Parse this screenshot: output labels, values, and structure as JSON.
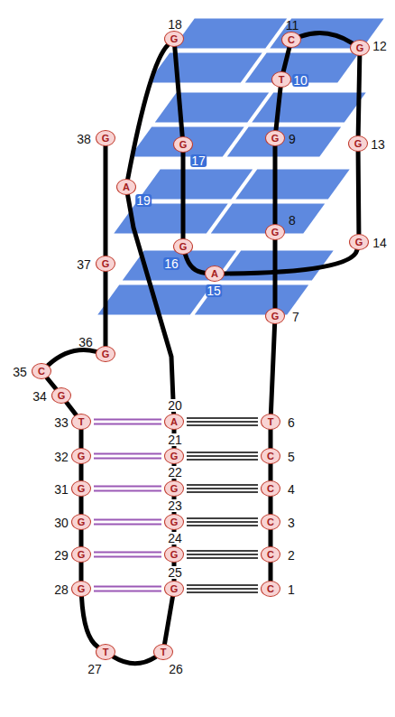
{
  "diagram": {
    "nodes": [
      {
        "text": [
          "C",
          "1"
        ]
      },
      {
        "text": [
          "C",
          "2"
        ]
      },
      {
        "text": [
          "C",
          "3"
        ]
      },
      {
        "text": [
          "C",
          "4"
        ]
      },
      {
        "text": [
          "C",
          "5"
        ]
      },
      {
        "text": [
          "T",
          "6"
        ]
      },
      {
        "text": [
          "G",
          "7"
        ]
      },
      {
        "text": [
          "G",
          "8"
        ]
      },
      {
        "text": [
          "G",
          "9"
        ]
      },
      {
        "text": [
          "T",
          "10"
        ]
      },
      {
        "text": [
          "C",
          "11"
        ]
      },
      {
        "text": [
          "G",
          "12"
        ]
      },
      {
        "text": [
          "G",
          "13"
        ]
      },
      {
        "text": [
          "G",
          "14"
        ]
      },
      {
        "text": [
          "A",
          "15"
        ]
      },
      {
        "text": [
          "G",
          "16"
        ]
      },
      {
        "text": [
          "G",
          "17"
        ]
      },
      {
        "text": [
          "G",
          "18"
        ]
      },
      {
        "text": [
          "A",
          "19"
        ]
      },
      {
        "text": [
          "A",
          "20"
        ]
      },
      {
        "text": [
          "G",
          "21"
        ]
      },
      {
        "text": [
          "G",
          "22"
        ]
      },
      {
        "text": [
          "G",
          "23"
        ]
      },
      {
        "text": [
          "G",
          "24"
        ]
      },
      {
        "text": [
          "G",
          "25"
        ]
      },
      {
        "text": [
          "T",
          "26"
        ]
      },
      {
        "text": [
          "T",
          "27"
        ]
      },
      {
        "text": [
          "G",
          "28"
        ]
      },
      {
        "text": [
          "G",
          "29"
        ]
      },
      {
        "text": [
          "G",
          "30"
        ]
      },
      {
        "text": [
          "G",
          "31"
        ]
      },
      {
        "text": [
          "G",
          "32"
        ]
      },
      {
        "text": [
          "T",
          "33"
        ]
      },
      {
        "text": [
          "G",
          "34"
        ]
      },
      {
        "text": [
          "C",
          "35"
        ]
      },
      {
        "text": [
          "G",
          "36"
        ]
      },
      {
        "text": [
          "G",
          "37"
        ]
      },
      {
        "text": [
          "G",
          "38"
        ]
      }
    ],
    "edges": [
      {
        "from": 0,
        "to": 1,
        "arrow": "none"
      },
      {
        "from": 1,
        "to": 2,
        "arrow": "none"
      },
      {
        "from": 2,
        "to": 3,
        "arrow": "none"
      },
      {
        "from": 3,
        "to": 4,
        "arrow": "none"
      },
      {
        "from": 4,
        "to": 5,
        "arrow": "none"
      },
      {
        "from": 5,
        "to": 6,
        "arrow": "none"
      },
      {
        "from": 6,
        "to": 7,
        "arrow": "none"
      },
      {
        "from": 7,
        "to": 8,
        "arrow": "none"
      },
      {
        "from": 8,
        "to": 9,
        "arrow": "none"
      },
      {
        "from": 9,
        "to": 10,
        "arrow": "none"
      },
      {
        "from": 10,
        "to": 11,
        "arrow": "none"
      },
      {
        "from": 11,
        "to": 12,
        "arrow": "none"
      },
      {
        "from": 12,
        "to": 13,
        "arrow": "none"
      },
      {
        "from": 13,
        "to": 14,
        "arrow": "none"
      },
      {
        "from": 14,
        "to": 15,
        "arrow": "none"
      },
      {
        "from": 15,
        "to": 16,
        "arrow": "none"
      },
      {
        "from": 16,
        "to": 17,
        "arrow": "none"
      },
      {
        "from": 17,
        "to": 18,
        "arrow": "none"
      },
      {
        "from": 18,
        "to": 19,
        "arrow": "none"
      },
      {
        "from": 19,
        "to": 20,
        "arrow": "none"
      },
      {
        "from": 20,
        "to": 21,
        "arrow": "none"
      },
      {
        "from": 21,
        "to": 22,
        "arrow": "none"
      },
      {
        "from": 22,
        "to": 23,
        "arrow": "none"
      },
      {
        "from": 23,
        "to": 24,
        "arrow": "none"
      },
      {
        "from": 24,
        "to": 25,
        "arrow": "none"
      },
      {
        "from": 25,
        "to": 26,
        "arrow": "none"
      },
      {
        "from": 26,
        "to": 27,
        "arrow": "none"
      },
      {
        "from": 27,
        "to": 28,
        "arrow": "none"
      },
      {
        "from": 28,
        "to": 29,
        "arrow": "none"
      },
      {
        "from": 29,
        "to": 30,
        "arrow": "none"
      },
      {
        "from": 30,
        "to": 31,
        "arrow": "none"
      },
      {
        "from": 31,
        "to": 32,
        "arrow": "none"
      },
      {
        "from": 32,
        "to": 33,
        "arrow": "none"
      },
      {
        "from": 33,
        "to": 34,
        "arrow": "none"
      },
      {
        "from": 34,
        "to": 35,
        "arrow": "none"
      },
      {
        "from": 35,
        "to": 36,
        "arrow": "none"
      },
      {
        "from": 36,
        "to": 37,
        "arrow": "none"
      },
      {
        "from": 19,
        "to": 32,
        "arrow": "none"
      },
      {
        "from": 20,
        "to": 31,
        "arrow": "none"
      },
      {
        "from": 21,
        "to": 30,
        "arrow": "none"
      },
      {
        "from": 22,
        "to": 29,
        "arrow": "none"
      },
      {
        "from": 23,
        "to": 28,
        "arrow": "none"
      },
      {
        "from": 24,
        "to": 27,
        "arrow": "none"
      },
      {
        "from": 5,
        "to": 19,
        "arrow": "none"
      },
      {
        "from": 4,
        "to": 20,
        "arrow": "none"
      },
      {
        "from": 3,
        "to": 21,
        "arrow": "none"
      },
      {
        "from": 2,
        "to": 22,
        "arrow": "none"
      },
      {
        "from": 1,
        "to": 23,
        "arrow": "none"
      },
      {
        "from": 0,
        "to": 24,
        "arrow": "none"
      }
    ]
  }
}
